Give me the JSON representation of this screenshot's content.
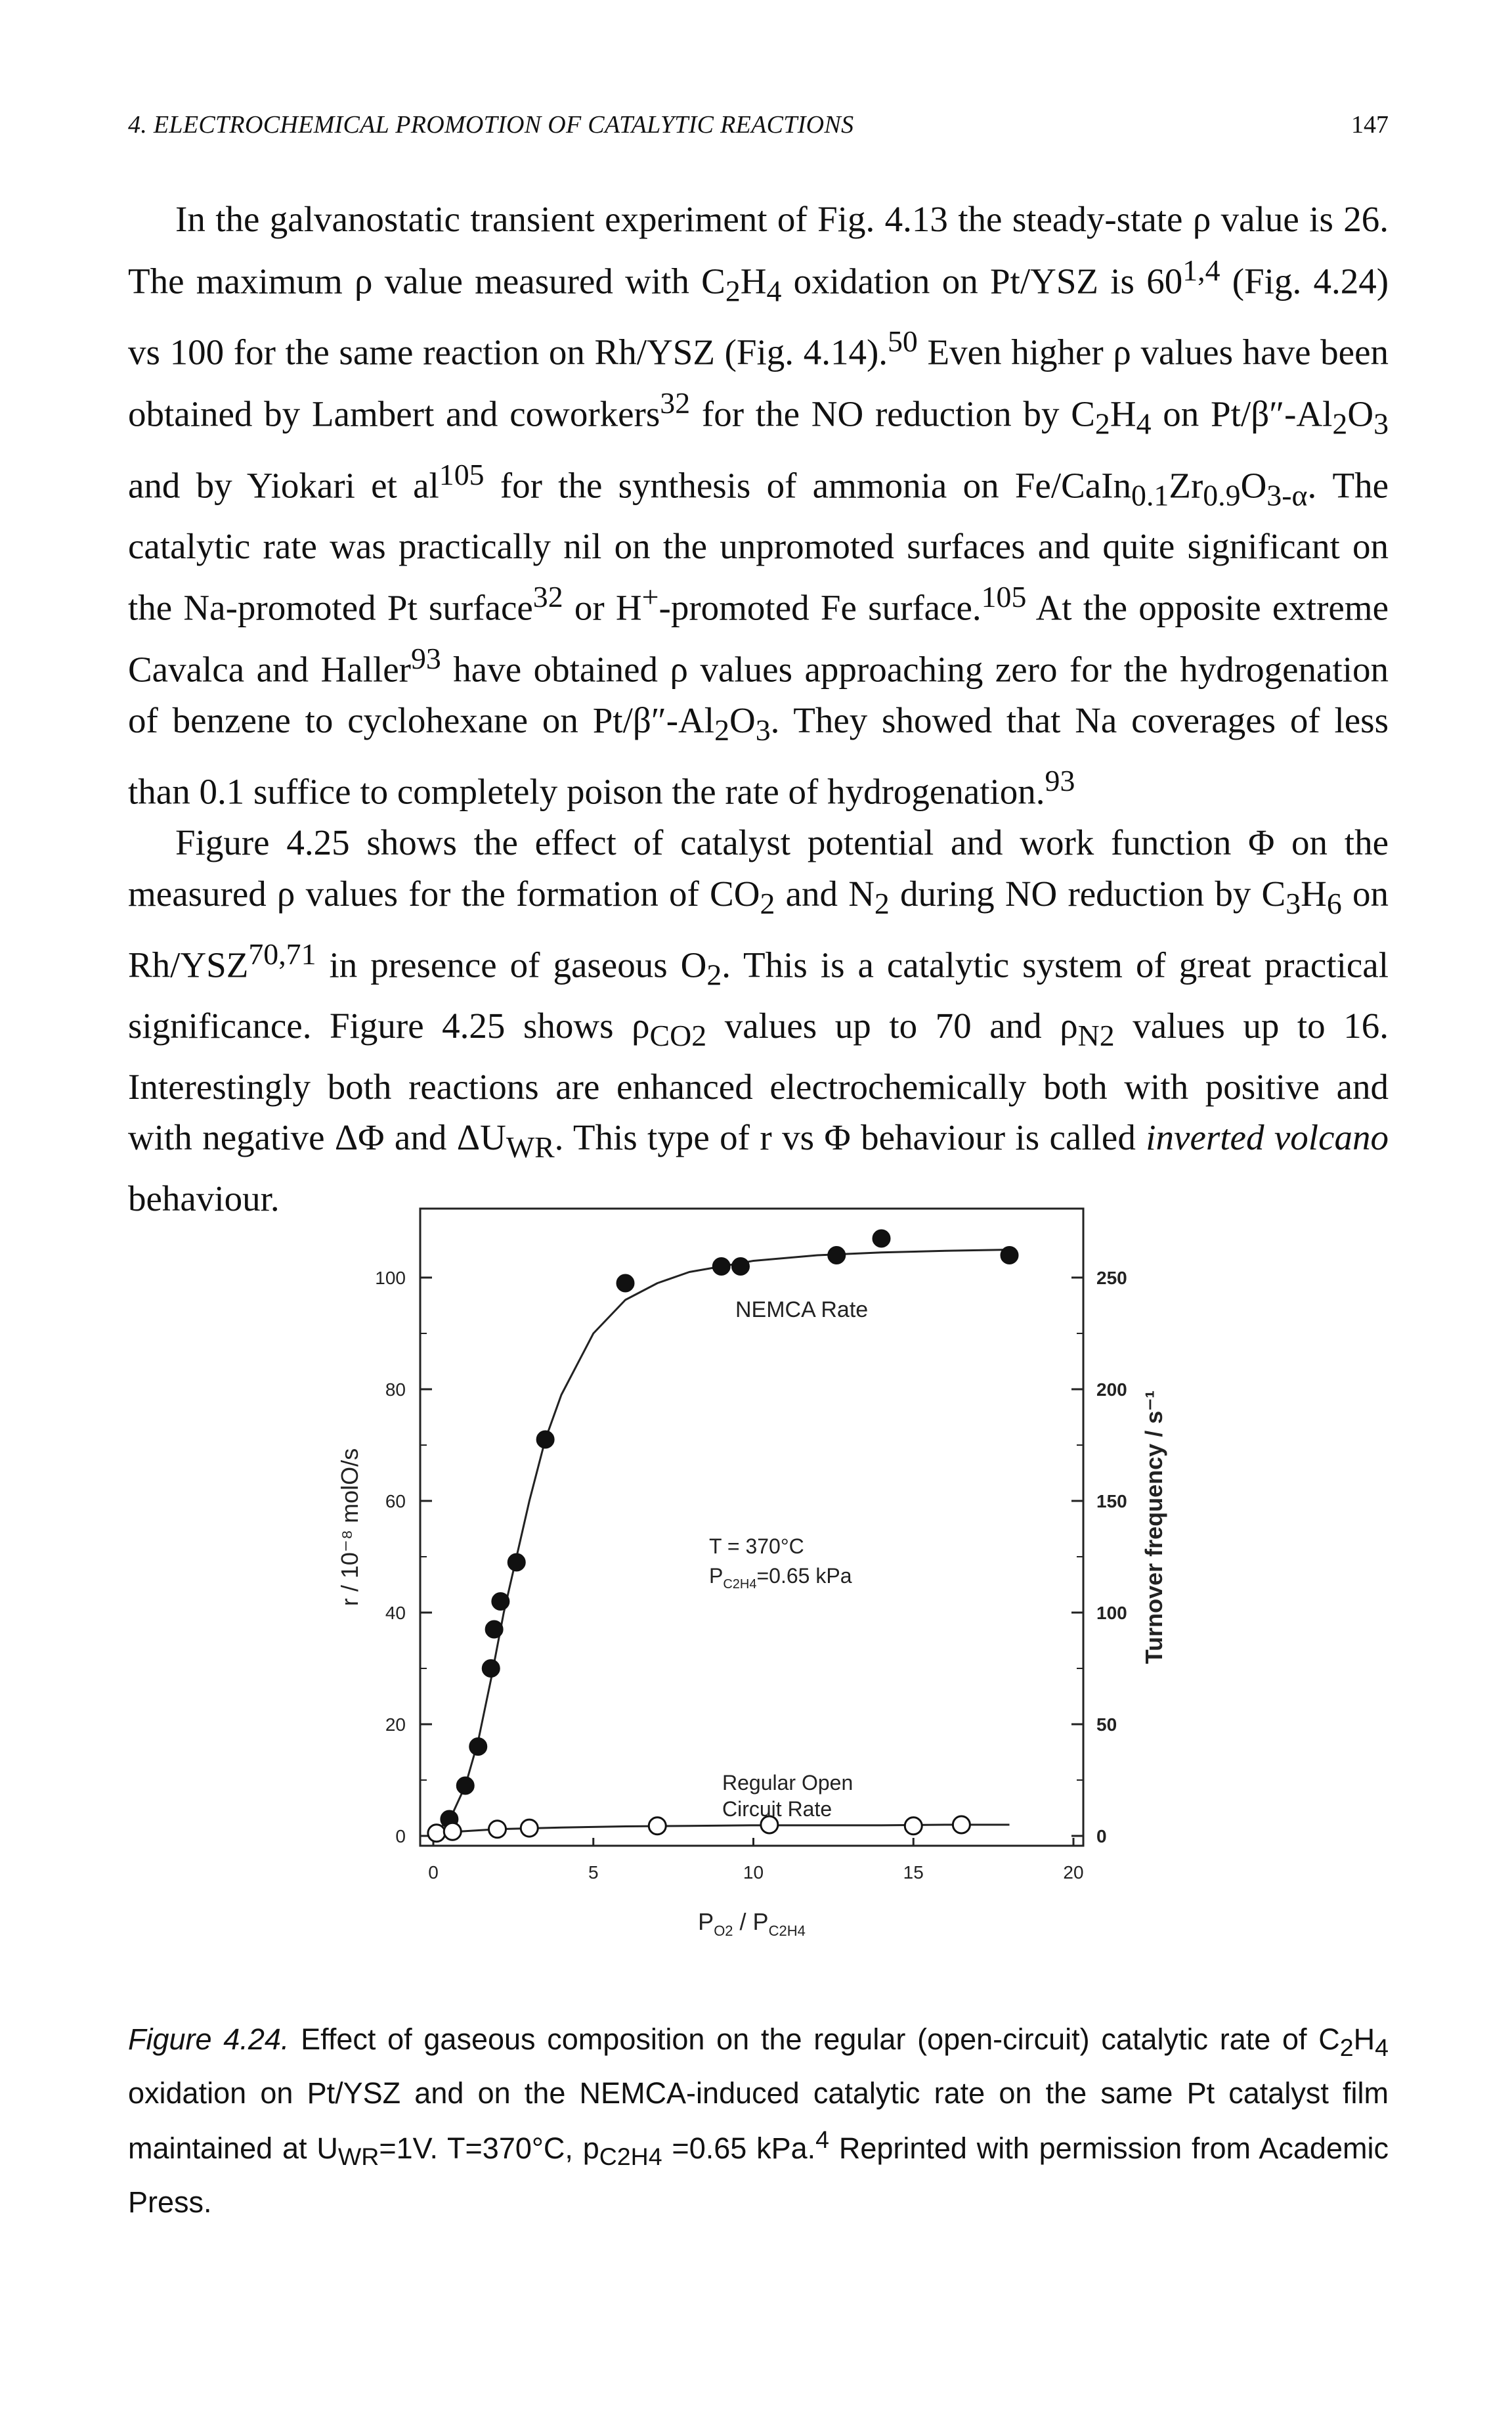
{
  "header": {
    "running_title": "4. ELECTROCHEMICAL PROMOTION OF CATALYTIC REACTIONS",
    "page_number": "147"
  },
  "paragraph1": {
    "s1a": "In the galvanostatic transient experiment of Fig. 4.13 the steady-state ρ value is 26. The maximum ρ value measured with C",
    "s1b": "H",
    "s1c": " oxidation on Pt/YSZ is 60",
    "s1d": " (Fig. 4.24) vs 100 for the same reaction on Rh/YSZ (Fig. 4.14).",
    "s1e": " Even higher ρ values have been obtained by Lambert and coworkers",
    "s1f": " for the NO reduction by C",
    "s1g": "H",
    "s1h": " on Pt/β″-Al",
    "s1i": "O",
    "s1j": " and by Yiokari et al",
    "s1k": " for the synthesis of ammonia on Fe/CaIn",
    "s1l": "Zr",
    "s1m": "O",
    "s1n": ". The catalytic rate was practically nil on the unpromoted surfaces and quite significant on the Na-promoted Pt surface",
    "s1o": " or H",
    "s1p": "-promoted Fe surface.",
    "s1q": " At the opposite extreme Cavalca and Haller",
    "s1r": " have obtained ρ values approaching zero for the hydrogenation of benzene to cyclohexane on Pt/β″-Al",
    "s1s": "O",
    "s1t": ". They showed that Na coverages of less than 0.1 suffice to completely poison the rate of hydrogenation.",
    "sub2": "2",
    "sub3": "3",
    "sub4": "4",
    "sub01": "0.1",
    "sub09": "0.9",
    "sub3a": "3-α",
    "sup14": "1,4",
    "sup50": "50",
    "sup32": "32",
    "sup105": "105",
    "sup93": "93",
    "supplus": "+"
  },
  "paragraph2": {
    "a": "Figure 4.25 shows the effect of catalyst potential and work function Φ on the measured ρ values for the formation of CO",
    "b": " and N",
    "c": " during NO reduction by C",
    "d": "H",
    "e": " on Rh/YSZ",
    "f": " in presence of gaseous O",
    "g": ". This is a catalytic system of great practical significance. Figure 4.25 shows ρ",
    "h": " values up to 70 and ρ",
    "i": " values up to 16. Interestingly both reactions are enhanced electrochemically both with positive and with negative ΔΦ and ΔU",
    "j": ". This type of r vs Φ behaviour is called ",
    "k": "inverted volcano",
    "l": " behaviour.",
    "sub2": "2",
    "sub3": "3",
    "sub6": "6",
    "sup7071": "70,71",
    "subCO2": "CO2",
    "subN2": "N2",
    "subWR": "WR"
  },
  "chart_data": {
    "type": "scatter",
    "x": {
      "label_main": "P",
      "label_sub1": "O2",
      "label_mid": " / P",
      "label_sub2": "C2H4",
      "range": [
        0,
        20
      ],
      "ticks": [
        "0",
        "5",
        "10",
        "15",
        "20"
      ]
    },
    "y_left": {
      "label": "r / 10⁻⁸ molO/s",
      "range": [
        0,
        110
      ],
      "ticks": [
        "0",
        "20",
        "40",
        "60",
        "80",
        "100"
      ]
    },
    "y_right": {
      "label": "Turnover frequency / s⁻¹",
      "range": [
        0,
        275
      ],
      "ticks": [
        "0",
        "50",
        "100",
        "150",
        "200",
        "250"
      ]
    },
    "annotations": {
      "nemca": "NEMCA Rate",
      "temp": "T = 370°C",
      "pressure_main": "P",
      "pressure_sub": "C2H4",
      "pressure_val": "=0.65 kPa",
      "open1": "Regular Open",
      "open2": "Circuit Rate"
    },
    "series": [
      {
        "marker": "filled",
        "x": [
          0.1,
          0.5,
          1.0,
          1.4,
          1.8,
          1.9,
          2.1,
          2.6,
          3.5,
          6.0,
          9.0,
          9.6,
          12.6,
          14.0,
          18.0
        ],
        "y": [
          0.5,
          3,
          9,
          16,
          30,
          37,
          42,
          49,
          71,
          99,
          102,
          102,
          104,
          107,
          104
        ]
      },
      {
        "marker": "open",
        "x": [
          0.1,
          0.6,
          2.0,
          3.0,
          7.0,
          10.5,
          15.0,
          16.5
        ],
        "y": [
          0.5,
          0.8,
          1.2,
          1.4,
          1.8,
          2.0,
          1.8,
          2.0
        ]
      }
    ],
    "curve_nemca": {
      "x": [
        0.1,
        0.6,
        1.0,
        1.4,
        1.8,
        2.2,
        2.6,
        3.0,
        3.5,
        4.0,
        5.0,
        6.0,
        7.0,
        8.0,
        9.0,
        10.0,
        12.0,
        14.0,
        16.0,
        18.0
      ],
      "y": [
        0.5,
        4,
        9,
        17,
        28,
        40,
        50,
        60,
        71,
        79,
        90,
        96,
        99,
        101,
        102,
        103,
        104,
        104.5,
        104.8,
        105
      ]
    },
    "curve_open": {
      "x": [
        0,
        2,
        4,
        6,
        8,
        10,
        12,
        14,
        16,
        18
      ],
      "y": [
        0.5,
        1.2,
        1.5,
        1.7,
        1.8,
        1.9,
        1.9,
        1.9,
        2.0,
        2.0
      ]
    }
  },
  "caption": {
    "label": "Figure 4.24.",
    "t1": " Effect of gaseous composition on the regular (open-circuit) catalytic rate of C",
    "t2": "H",
    "t3": " oxidation on Pt/YSZ and on the NEMCA-induced catalytic rate on the same Pt catalyst film maintained at U",
    "t4": "=1V. T=370°C, p",
    "t5": " =0.65 kPa.",
    "t6": " Reprinted with permission from Academic Press.",
    "sub2": "2",
    "sub4": "4",
    "subWR": "WR",
    "subC2H4": "C2H4",
    "sup4": "4"
  }
}
